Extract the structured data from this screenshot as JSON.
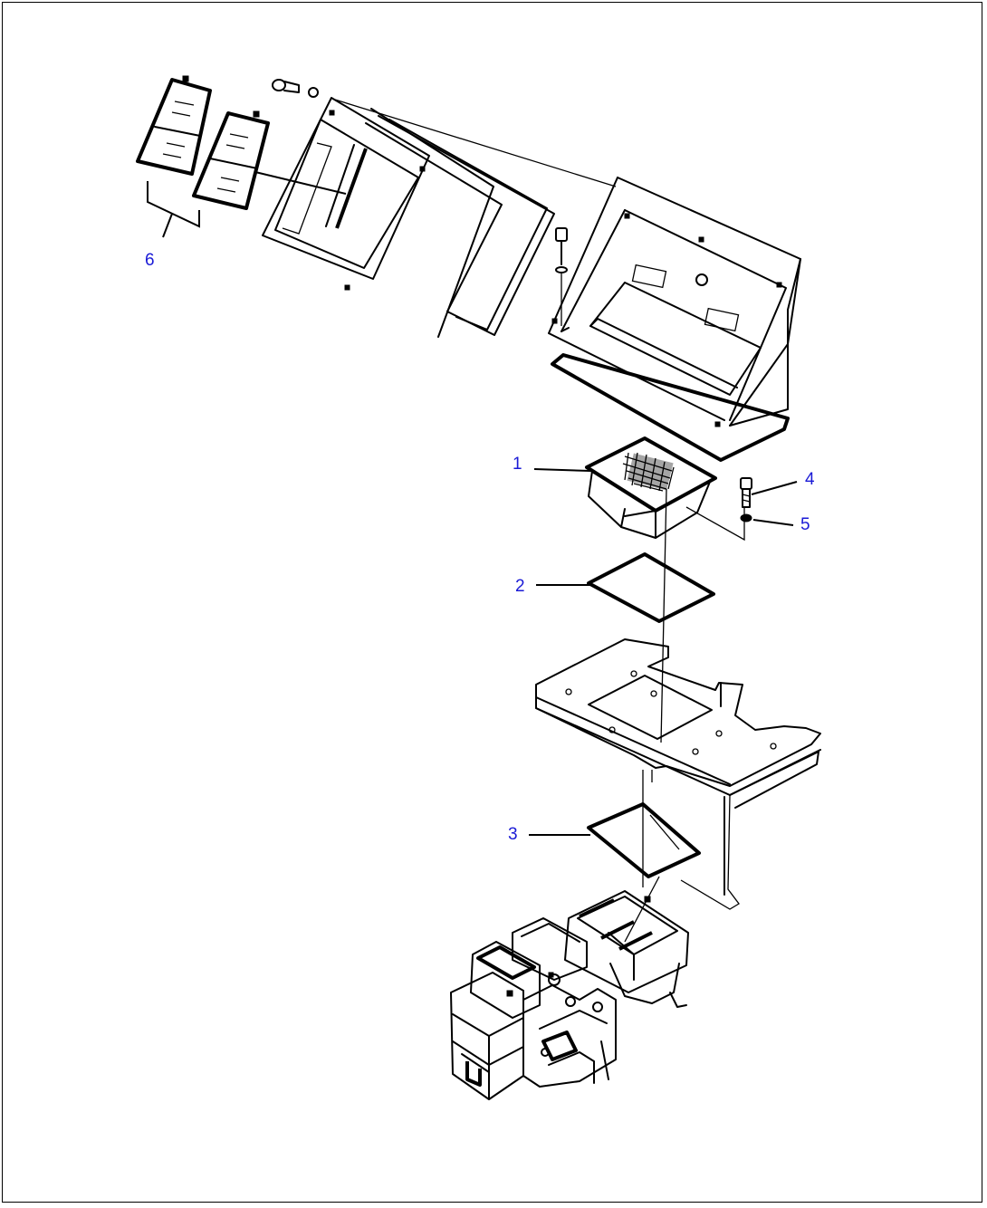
{
  "callouts": {
    "c1": "1",
    "c2": "2",
    "c3": "3",
    "c4": "4",
    "c5": "5",
    "c6": "6"
  },
  "colors": {
    "callout_text": "#1a1ad6",
    "line": "#000000",
    "background": "#ffffff"
  }
}
